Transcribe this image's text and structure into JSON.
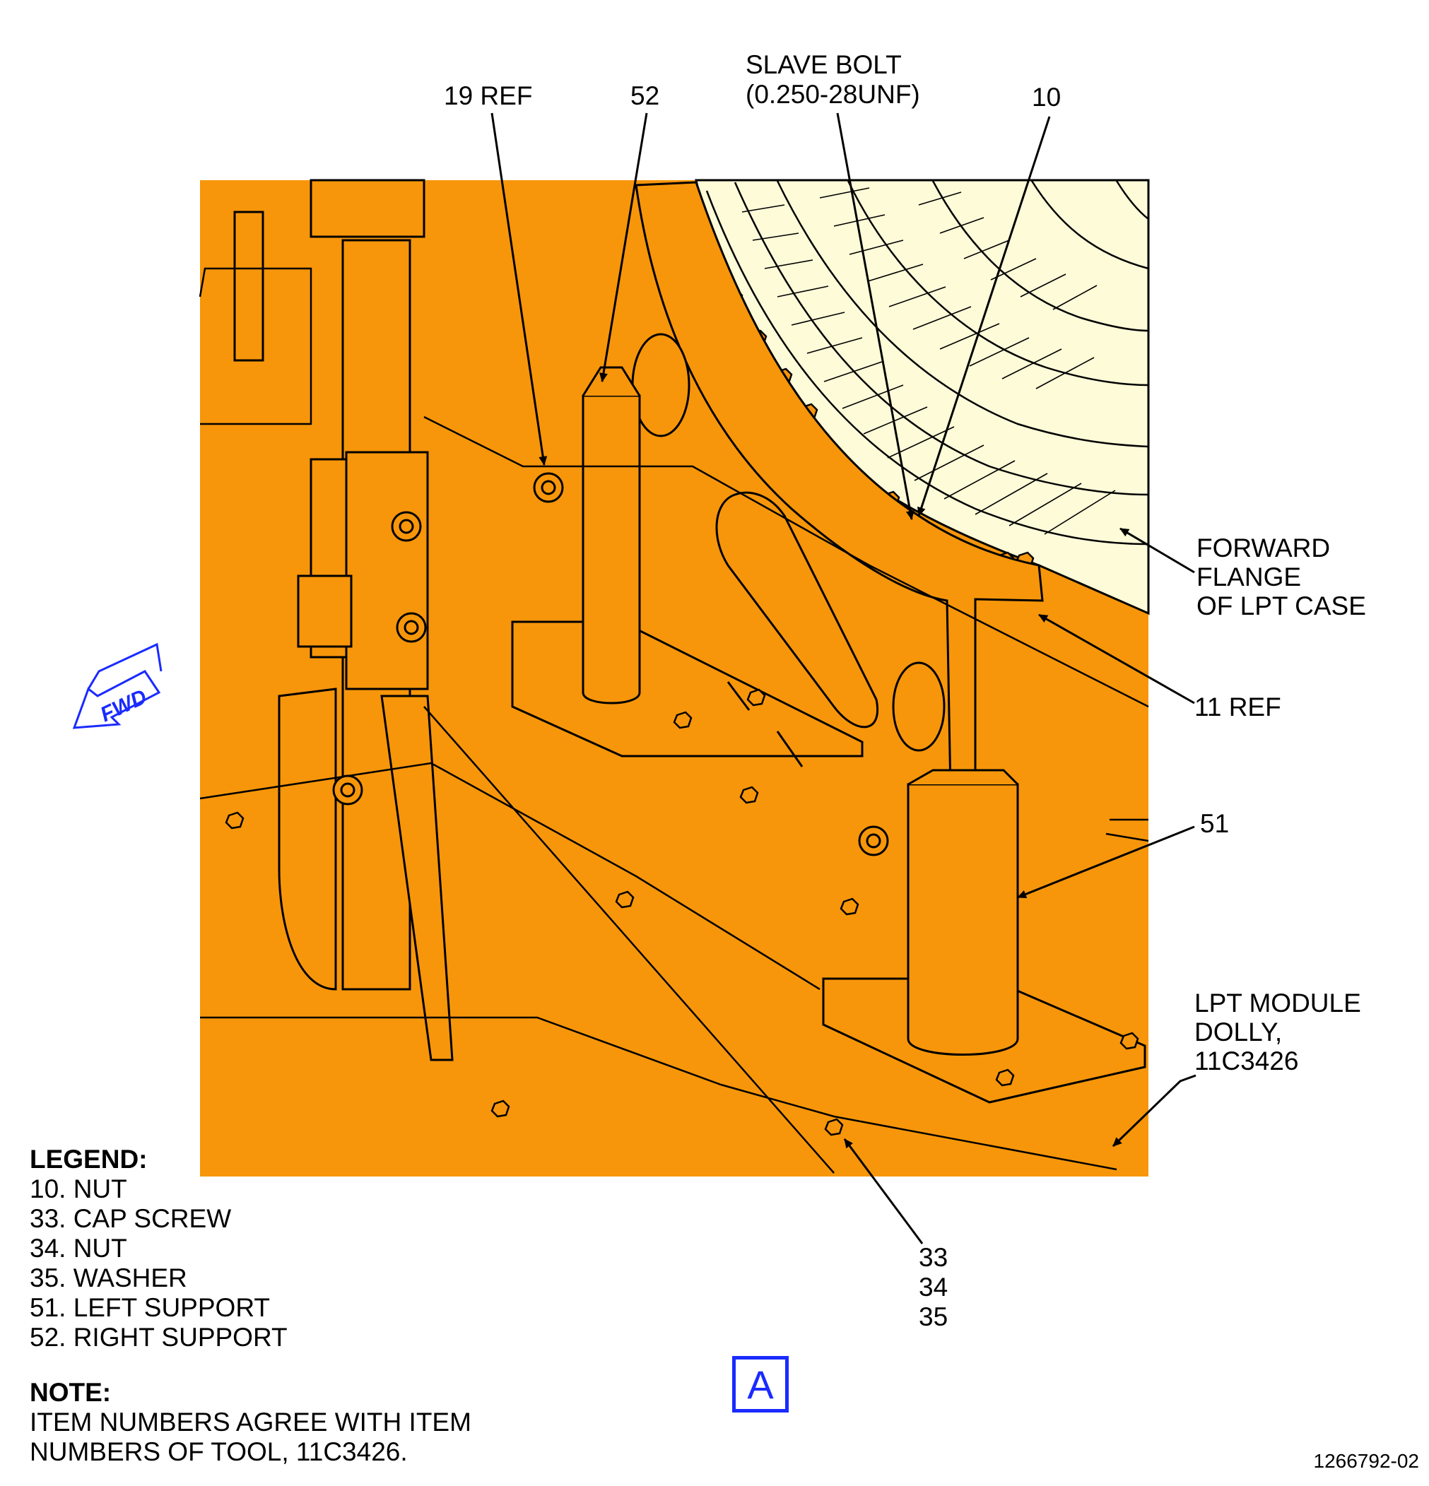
{
  "callouts": {
    "c19": "19 REF",
    "c52": "52",
    "slave_line1": "SLAVE BOLT",
    "slave_line2": "(0.250-28UNF)",
    "c10": "10",
    "fwd_flange_1": "FORWARD",
    "fwd_flange_2": "FLANGE",
    "fwd_flange_3": "OF LPT CASE",
    "c11": "11 REF",
    "c51": "51",
    "dolly_1": "LPT MODULE",
    "dolly_2": "DOLLY,",
    "dolly_3": "11C3426",
    "c33": "33",
    "c34": "34",
    "c35": "35"
  },
  "fwd_arrow": "FWD",
  "legend": {
    "title": "LEGEND:",
    "items": [
      "10. NUT",
      "33. CAP SCREW",
      "34. NUT",
      "35. WASHER",
      "51. LEFT SUPPORT",
      "52. RIGHT SUPPORT"
    ]
  },
  "note": {
    "title": "NOTE:",
    "line1": "ITEM NUMBERS AGREE WITH ITEM",
    "line2": "NUMBERS OF TOOL, 11C3426."
  },
  "view_label": "A",
  "figure_number": "1266792-02",
  "colors": {
    "dolly_orange": "#f7960a",
    "lpt_case_cream": "#fdfbd8",
    "fwd_blue": "#1a2bff",
    "line": "#000000"
  }
}
